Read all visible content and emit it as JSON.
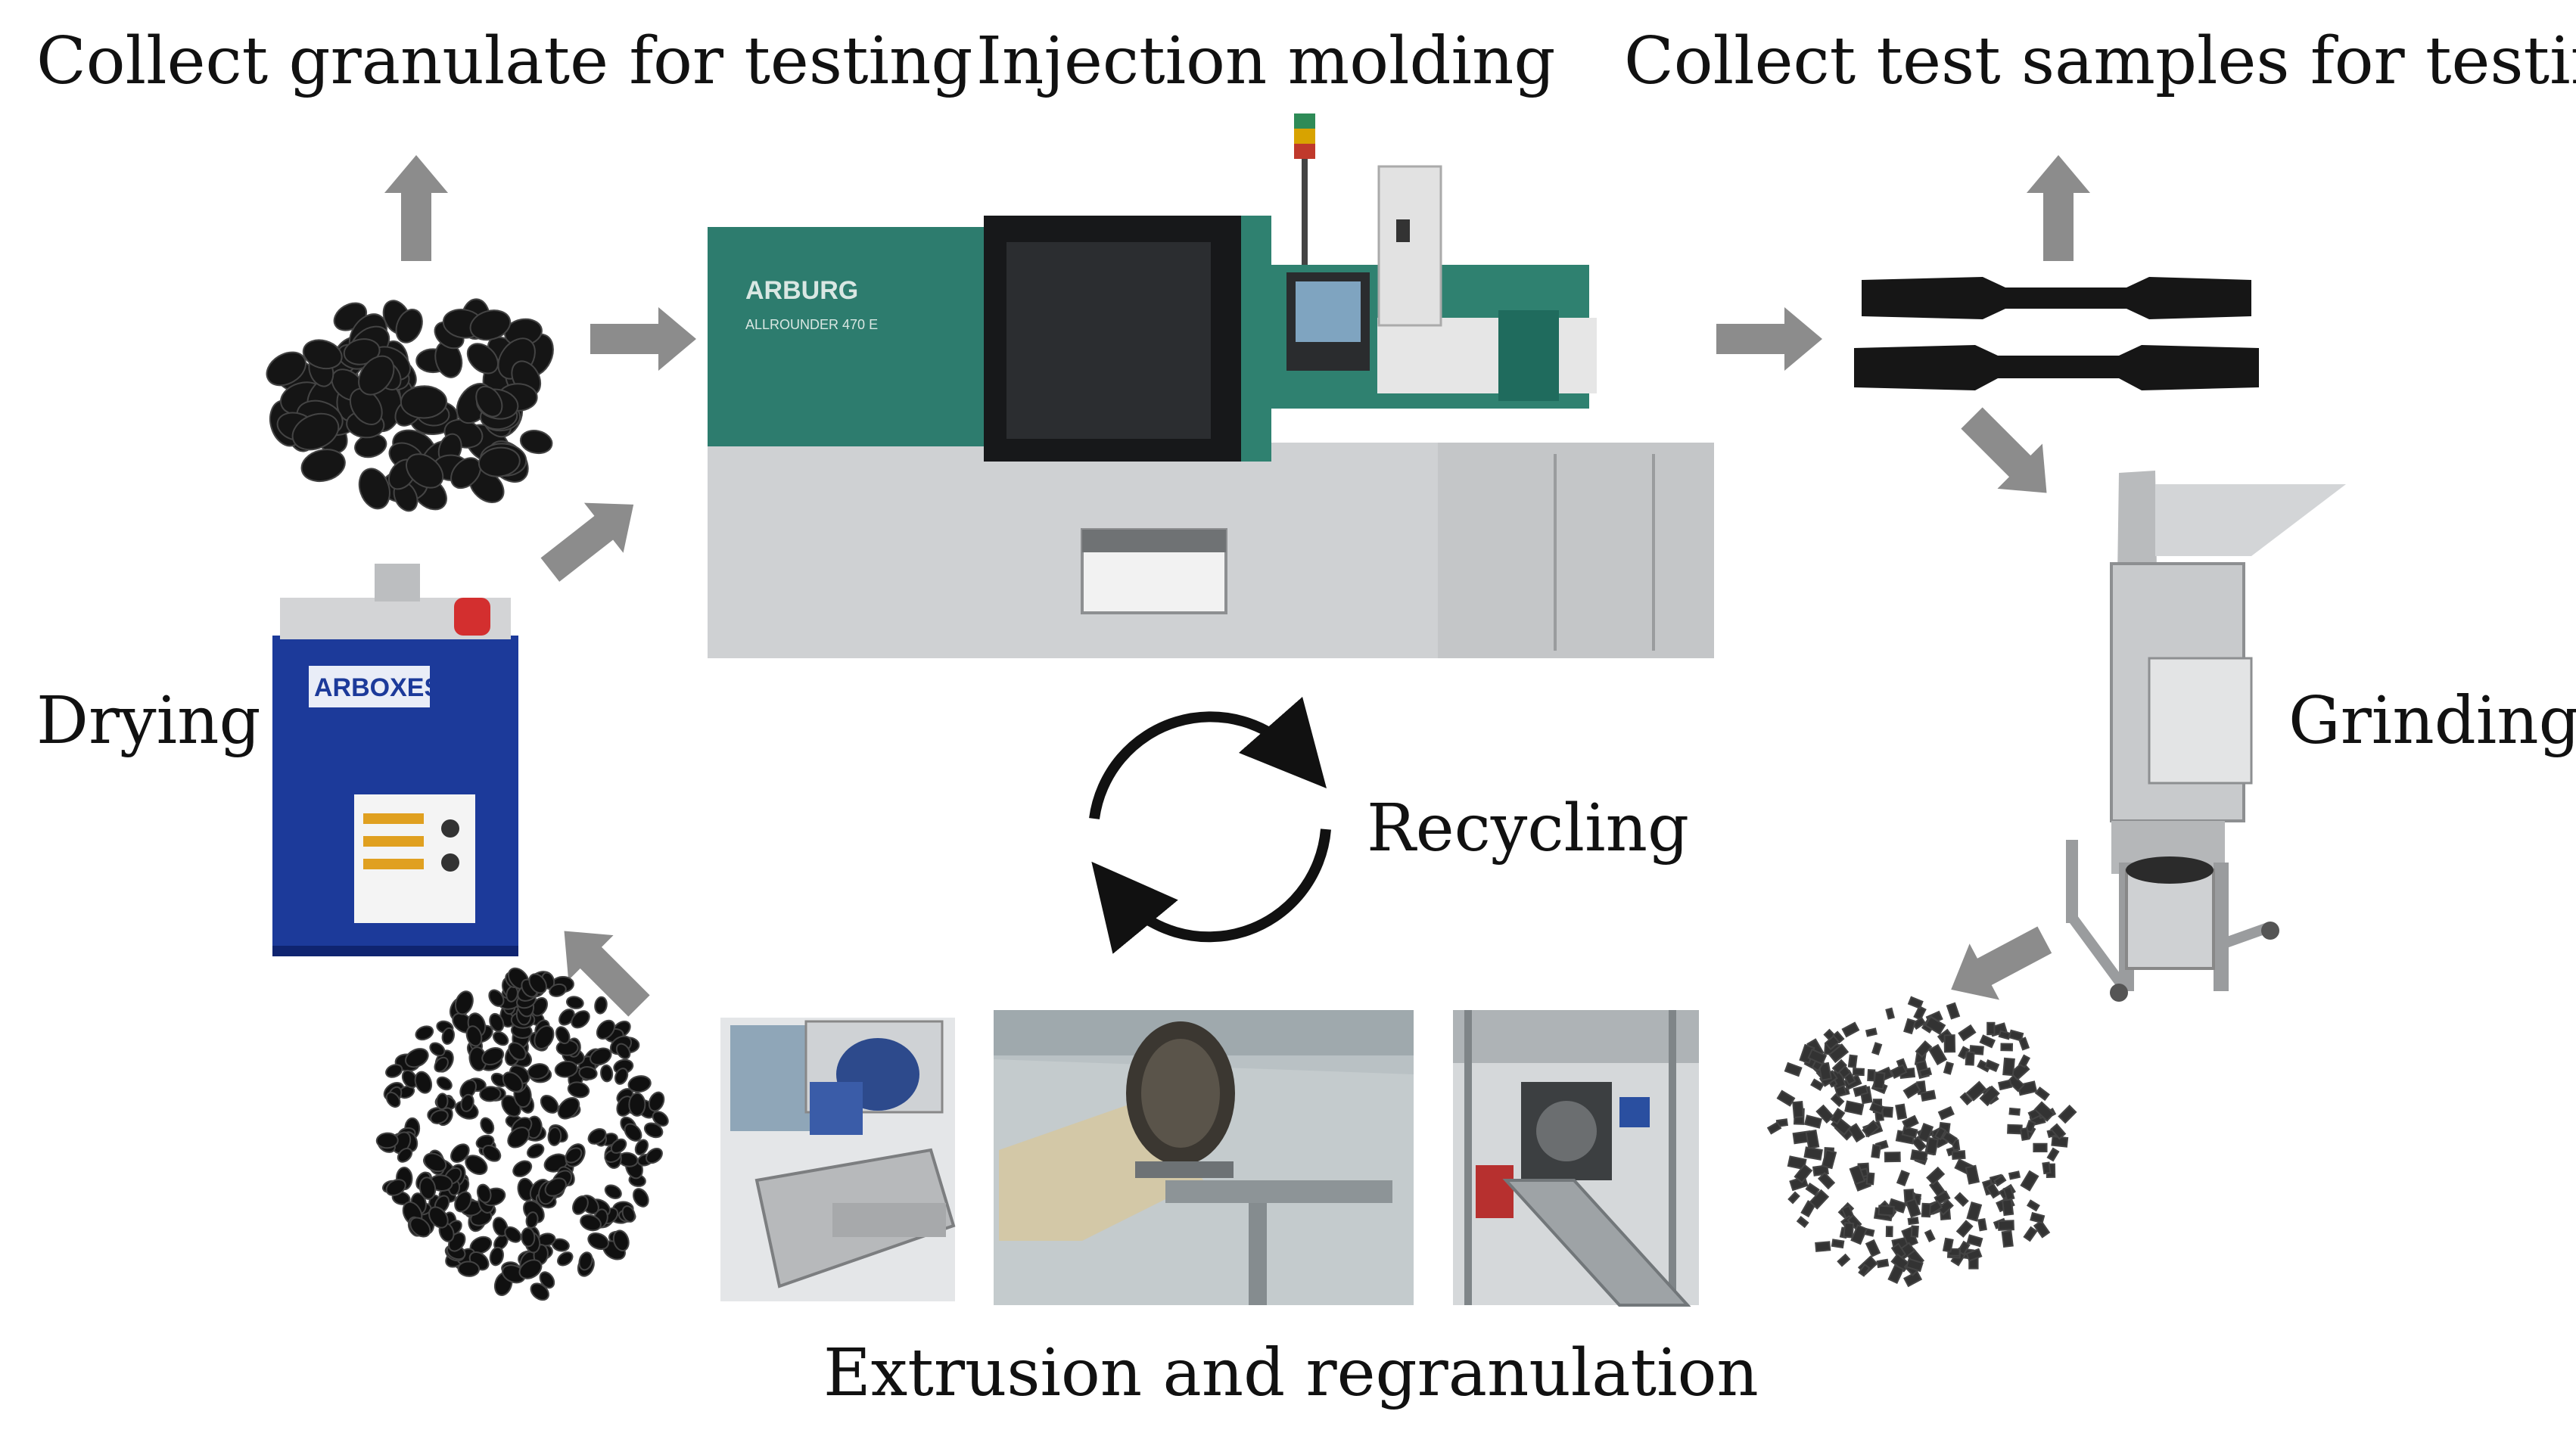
{
  "labels": {
    "collect_granulate": "Collect granulate for testing",
    "injection_molding": "Injection molding",
    "collect_test_samples": "Collect test samples for testing",
    "drying": "Drying",
    "recycling": "Recycling",
    "grinding": "Grinding",
    "extrusion": "Extrusion and regranulation"
  },
  "machine_brand": "ARBURG",
  "machine_model": "ALLROUNDER 470 E",
  "dryer_brand": "ARBOXES",
  "colors": {
    "arrow": "#8c8c8c",
    "machine_green": "#2d7c6e",
    "machine_grey": "#cfd1d3",
    "dryer_blue": "#1c3a9a",
    "pellet": "#111111",
    "text": "#111111"
  }
}
